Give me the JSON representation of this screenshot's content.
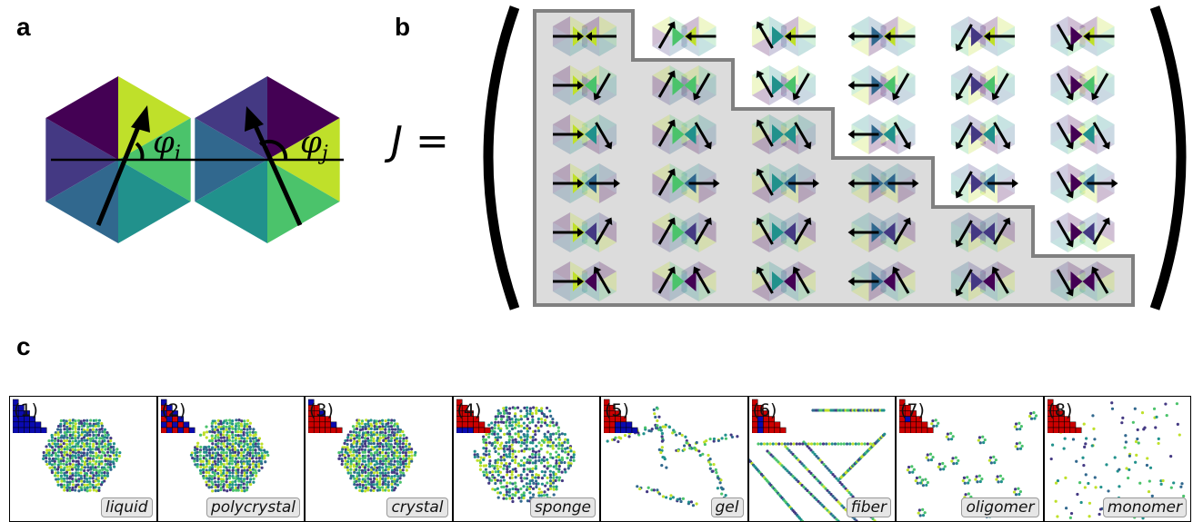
{
  "panels": {
    "a": {
      "letter": "a",
      "phi_i": "φ",
      "phi_i_sub": "i",
      "phi_j": "φ",
      "phi_j_sub": "j"
    },
    "b": {
      "letter": "b",
      "eq_symbol": "J ="
    },
    "c": {
      "letter": "c"
    }
  },
  "hexagon_colors": [
    "#bfe02a",
    "#4bc36b",
    "#21918c",
    "#31688e",
    "#443983",
    "#440154"
  ],
  "phase_colors": {
    "attractive": "#cc0000",
    "repulsive": "#0a0ab0"
  },
  "phases": [
    {
      "num": "(1)",
      "label": "liquid"
    },
    {
      "num": "(2)",
      "label": "polycrystal"
    },
    {
      "num": "(3)",
      "label": "crystal"
    },
    {
      "num": "(4)",
      "label": "sponge"
    },
    {
      "num": "(5)",
      "label": "gel"
    },
    {
      "num": "(6)",
      "label": "fiber"
    },
    {
      "num": "(7)",
      "label": "oligomer"
    },
    {
      "num": "(8)",
      "label": "monomer"
    }
  ]
}
